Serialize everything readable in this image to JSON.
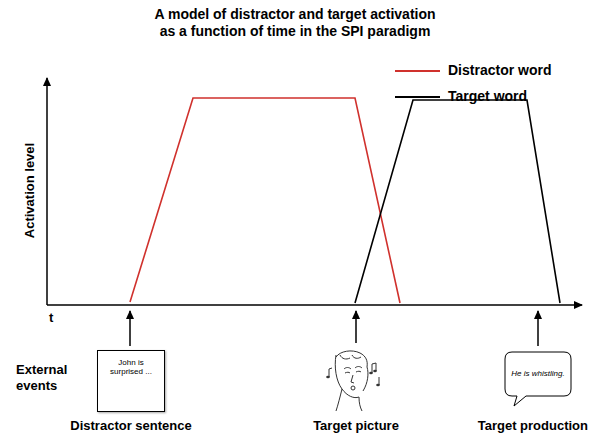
{
  "diagram": {
    "title": "A model of distractor and target activation as a function of time in the SPI paradigm",
    "nodes": [
      {
        "text": [
          "John is surprised ...",
          "Distractor sentence"
        ]
      },
      {
        "text": [
          "Target picture"
        ]
      },
      {
        "text": [
          "He is whistling.",
          "Target production"
        ]
      }
    ],
    "labels": [
      "Activation level",
      "t",
      "External events"
    ],
    "legend": [
      {
        "text": "Distractor word"
      },
      {
        "text": "Target word"
      }
    ]
  }
}
